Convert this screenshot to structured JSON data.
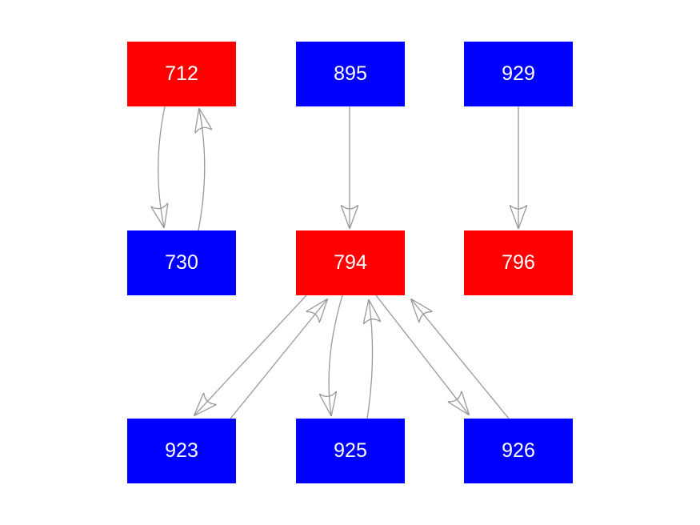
{
  "diagram": {
    "type": "directed-graph",
    "background": "#ffffff",
    "edge_color": "#999999",
    "node_text_color": "#ffffff",
    "node_colors": {
      "red": "#ff0000",
      "blue": "#0000ff"
    },
    "nodes": [
      {
        "label": "712",
        "color": "red"
      },
      {
        "label": "895",
        "color": "blue"
      },
      {
        "label": "929",
        "color": "blue"
      },
      {
        "label": "730",
        "color": "blue"
      },
      {
        "label": "794",
        "color": "red"
      },
      {
        "label": "796",
        "color": "red"
      },
      {
        "label": "923",
        "color": "blue"
      },
      {
        "label": "925",
        "color": "blue"
      },
      {
        "label": "926",
        "color": "blue"
      }
    ],
    "edges": [
      {
        "from": "712",
        "to": "730"
      },
      {
        "from": "730",
        "to": "712"
      },
      {
        "from": "895",
        "to": "794"
      },
      {
        "from": "929",
        "to": "796"
      },
      {
        "from": "794",
        "to": "923"
      },
      {
        "from": "923",
        "to": "794"
      },
      {
        "from": "794",
        "to": "925"
      },
      {
        "from": "925",
        "to": "794"
      },
      {
        "from": "794",
        "to": "926"
      },
      {
        "from": "926",
        "to": "794"
      }
    ]
  }
}
